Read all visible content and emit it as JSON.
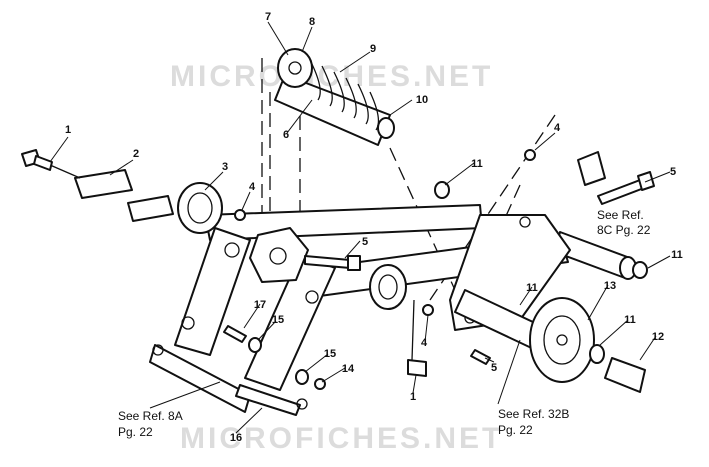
{
  "watermark": {
    "top": "MICROFICHES.NET",
    "bottom": "MICROFICHES.NET"
  },
  "callouts": [
    {
      "id": "c1a",
      "label": "1"
    },
    {
      "id": "c1b",
      "label": "1"
    },
    {
      "id": "c2",
      "label": "2"
    },
    {
      "id": "c3",
      "label": "3"
    },
    {
      "id": "c4a",
      "label": "4"
    },
    {
      "id": "c4b",
      "label": "4"
    },
    {
      "id": "c4c",
      "label": "4"
    },
    {
      "id": "c5a",
      "label": "5"
    },
    {
      "id": "c5b",
      "label": "5"
    },
    {
      "id": "c5c",
      "label": "5"
    },
    {
      "id": "c6",
      "label": "6"
    },
    {
      "id": "c7",
      "label": "7"
    },
    {
      "id": "c8",
      "label": "8"
    },
    {
      "id": "c9",
      "label": "9"
    },
    {
      "id": "c10",
      "label": "10"
    },
    {
      "id": "c11a",
      "label": "11"
    },
    {
      "id": "c11b",
      "label": "11"
    },
    {
      "id": "c11c",
      "label": "11"
    },
    {
      "id": "c11d",
      "label": "11"
    },
    {
      "id": "c12",
      "label": "12"
    },
    {
      "id": "c13",
      "label": "13"
    },
    {
      "id": "c14",
      "label": "14"
    },
    {
      "id": "c15a",
      "label": "15"
    },
    {
      "id": "c15b",
      "label": "15"
    },
    {
      "id": "c16",
      "label": "16"
    },
    {
      "id": "c17",
      "label": "17"
    }
  ],
  "references": [
    {
      "id": "r8c",
      "lines": [
        "See Ref.",
        "8C Pg. 22"
      ]
    },
    {
      "id": "r8a",
      "lines": [
        "See Ref. 8A",
        "Pg. 22"
      ]
    },
    {
      "id": "r32b",
      "lines": [
        "See Ref. 32B",
        "Pg. 22"
      ]
    }
  ]
}
